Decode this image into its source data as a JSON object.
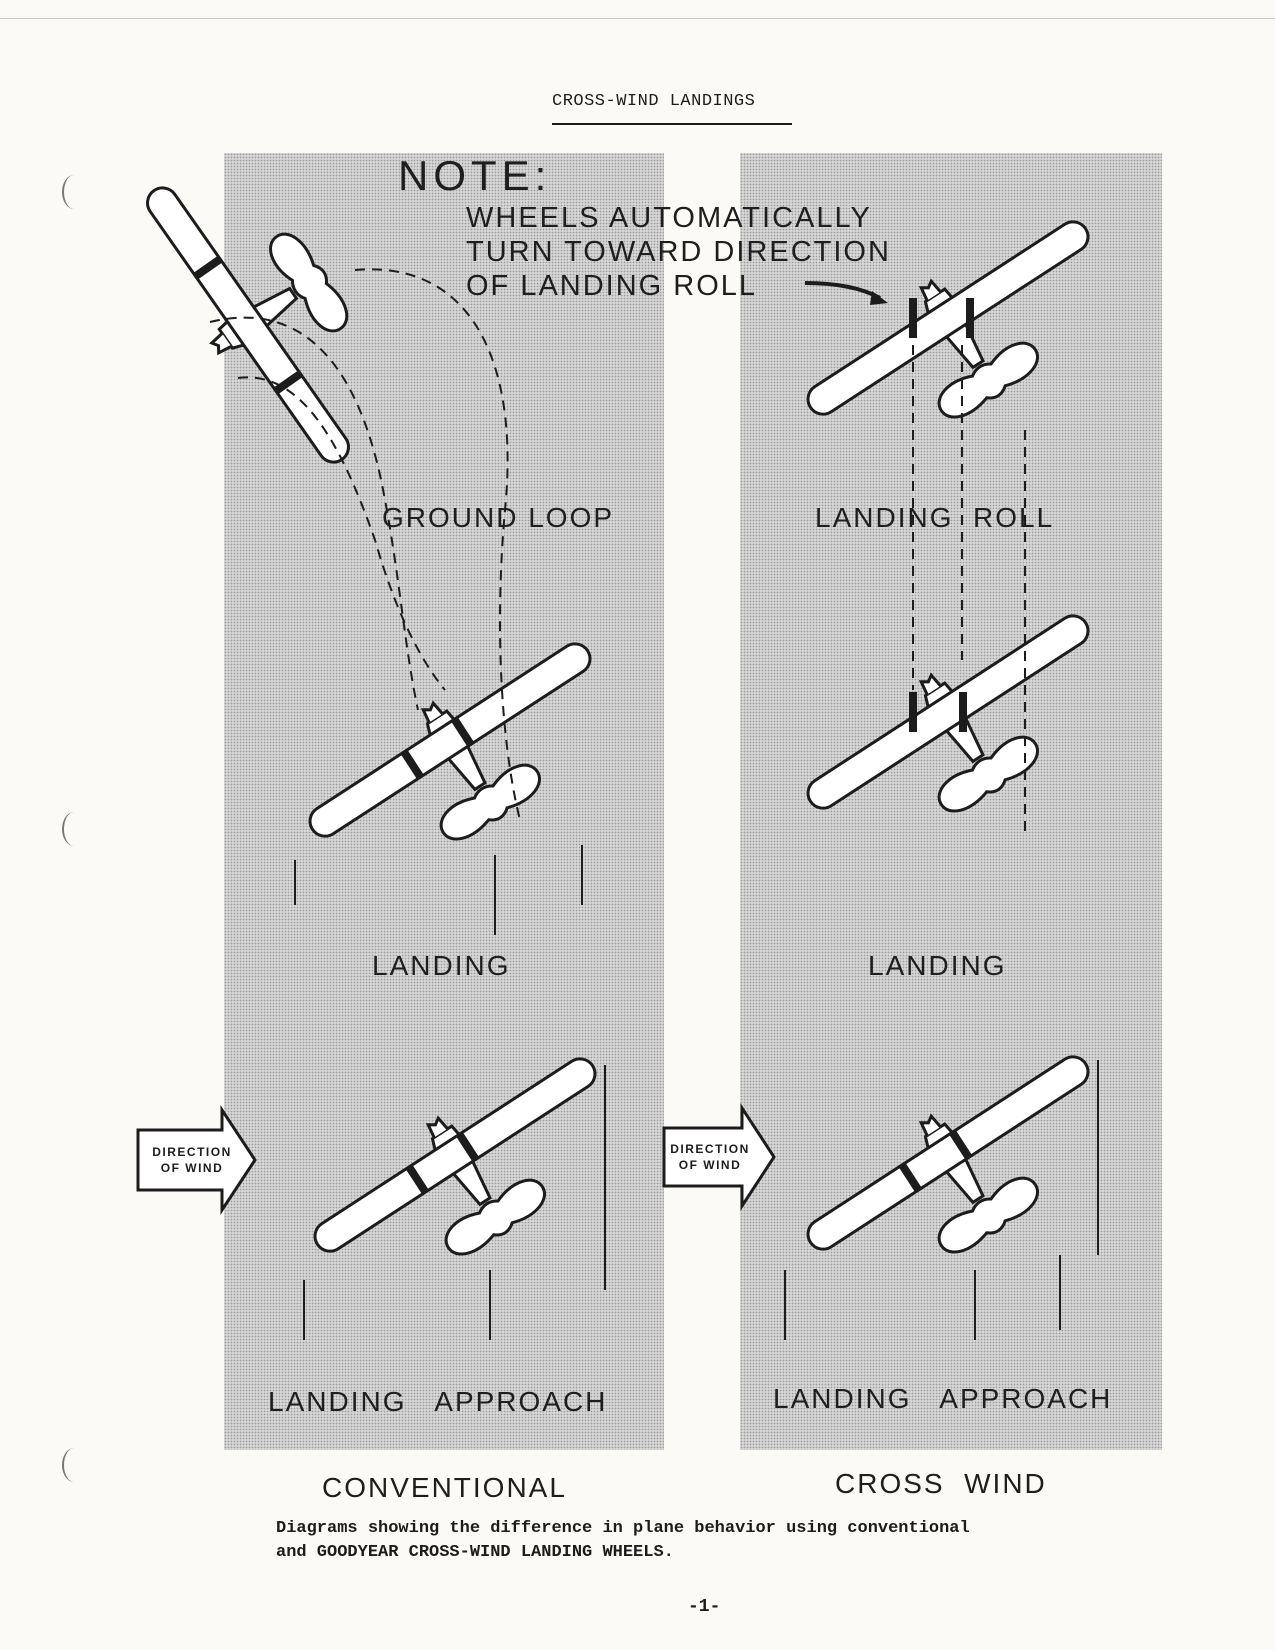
{
  "page": {
    "title": "CROSS-WIND LANDINGS",
    "caption_line1": "Diagrams showing the difference in plane behavior using conventional",
    "caption_line2": "and GOODYEAR CROSS-WIND LANDING WHEELS.",
    "page_number": "-1-"
  },
  "note": {
    "heading": "NOTE:",
    "line1": "WHEELS AUTOMATICALLY",
    "line2": "TURN TOWARD DIRECTION",
    "line3": "OF LANDING ROLL"
  },
  "left_column": {
    "caption": "CONVENTIONAL",
    "label_ground_loop": "GROUND LOOP",
    "label_landing": "LANDING",
    "label_approach": "LANDING   APPROACH",
    "wind_line1": "DIRECTION",
    "wind_line2": "OF WIND"
  },
  "right_column": {
    "caption": "CROSS  WIND",
    "label_landing_roll": "LANDING  ROLL",
    "label_landing": "LANDING",
    "label_approach": "LANDING   APPROACH",
    "wind_line1": "DIRECTION",
    "wind_line2": "OF WIND"
  },
  "colors": {
    "panel_gray": "#d6d6d6",
    "ink": "#1c1c1c",
    "plane_fill": "#ffffff",
    "paper": "#fbfaf6"
  }
}
